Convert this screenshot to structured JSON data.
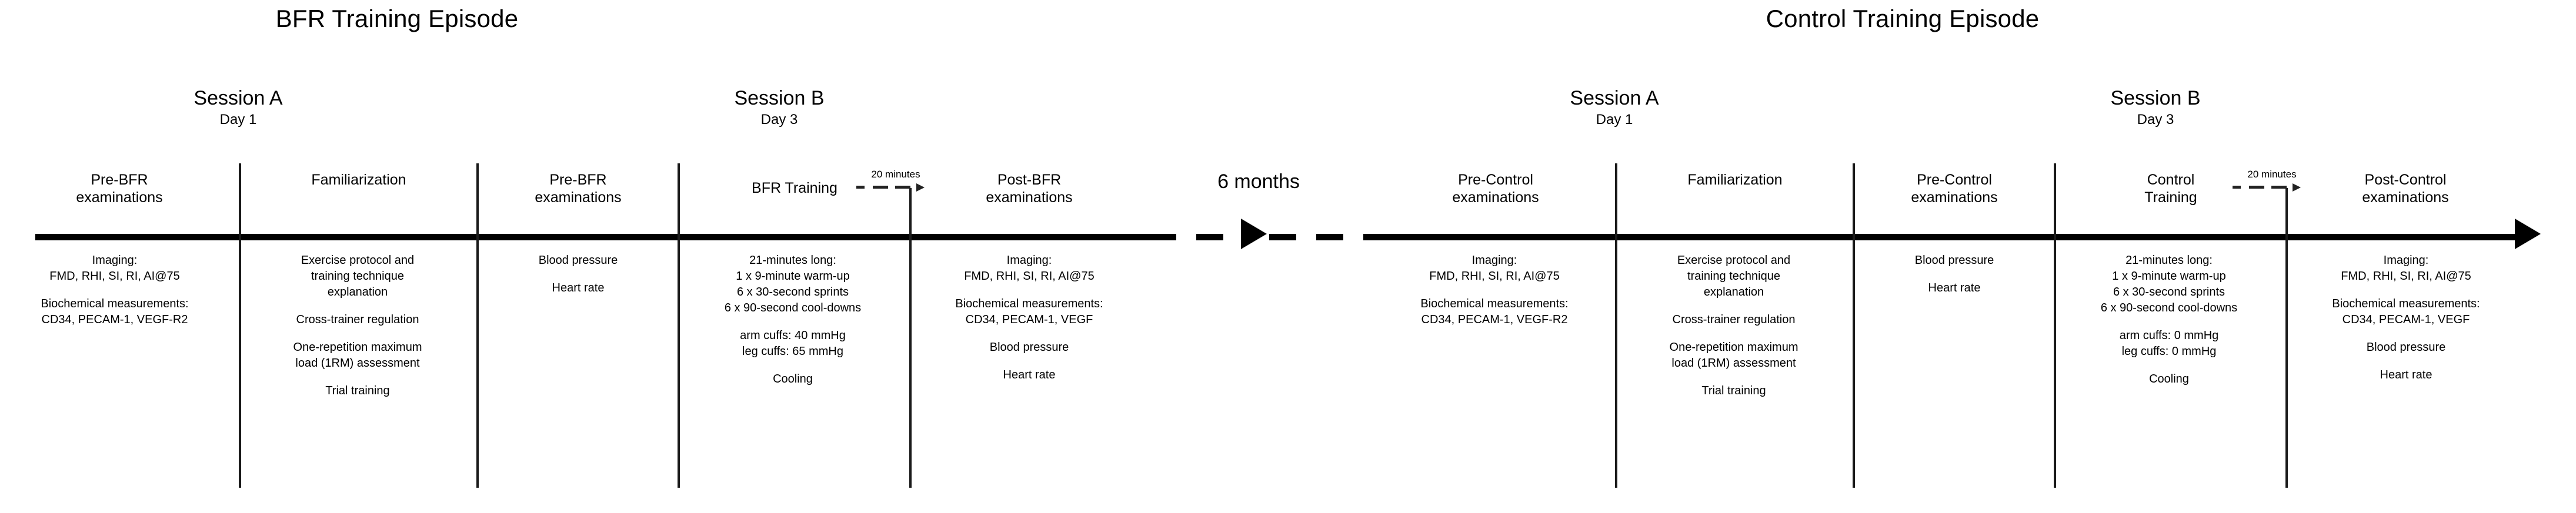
{
  "figure": {
    "background": "#ffffff",
    "line_color": "#000000"
  },
  "episodes": [
    {
      "id": "bfr",
      "title": "BFR Training Episode"
    },
    {
      "id": "control",
      "title": "Control Training Episode"
    }
  ],
  "gap": {
    "label": "6 months"
  },
  "sessions": [
    {
      "id": "bfr-a",
      "name": "Session A",
      "day": "Day 1"
    },
    {
      "id": "bfr-b",
      "name": "Session B",
      "day": "Day 3"
    },
    {
      "id": "control-a",
      "name": "Session A",
      "day": "Day 1"
    },
    {
      "id": "control-b",
      "name": "Session B",
      "day": "Day 3"
    }
  ],
  "connectors": [
    {
      "id": "bfr-20min",
      "label": "20 minutes"
    },
    {
      "id": "control-20min",
      "label": "20 minutes"
    }
  ],
  "columns": [
    {
      "id": "pre-bfr-exam",
      "title": "Pre-BFR\nexaminations",
      "title_lines": [
        "Pre-BFR",
        "examinations"
      ],
      "blocks": [
        [
          "Imaging:",
          "FMD, RHI, SI, RI, AI@75"
        ],
        [
          "Biochemical measurements:",
          "CD34, PECAM-1, VEGF-R2"
        ]
      ]
    },
    {
      "id": "bfr-familiarization",
      "title": "Familiarization",
      "title_lines": [
        "Familiarization"
      ],
      "blocks": [
        [
          "Exercise protocol and",
          "training technique",
          "explanation"
        ],
        [
          "Cross-trainer regulation"
        ],
        [
          "One-repetition maximum",
          "load (1RM) assessment"
        ],
        [
          "Trial training"
        ]
      ]
    },
    {
      "id": "pre-bfr-exam-day3",
      "title": "Pre-BFR\nexaminations",
      "title_lines": [
        "Pre-BFR",
        "examinations"
      ],
      "blocks": [
        [
          "Blood pressure"
        ],
        [
          "Heart rate"
        ]
      ]
    },
    {
      "id": "bfr-training",
      "title": "BFR Training",
      "title_lines": [
        "BFR Training"
      ],
      "blocks": [
        [
          "21-minutes long:",
          "1 x 9-minute warm-up",
          "6 x 30-second sprints",
          "6 x 90-second cool-downs"
        ],
        [
          "arm cuffs: 40 mmHg",
          "leg cuffs: 65 mmHg"
        ],
        [
          "Cooling"
        ]
      ]
    },
    {
      "id": "post-bfr-exam",
      "title": "Post-BFR\nexaminations",
      "title_lines": [
        "Post-BFR",
        "examinations"
      ],
      "blocks": [
        [
          "Imaging:",
          "FMD, RHI, SI, RI, AI@75"
        ],
        [
          "Biochemical measurements:",
          "CD34, PECAM-1, VEGF"
        ],
        [
          "Blood pressure"
        ],
        [
          "Heart rate"
        ]
      ]
    },
    {
      "id": "pre-control-exam",
      "title": "Pre-Control\nexaminations",
      "title_lines": [
        "Pre-Control",
        "examinations"
      ],
      "blocks": [
        [
          "Imaging:",
          "FMD, RHI, SI, RI, AI@75"
        ],
        [
          "Biochemical measurements:",
          "CD34, PECAM-1, VEGF-R2"
        ]
      ]
    },
    {
      "id": "control-familiarization",
      "title": "Familiarization",
      "title_lines": [
        "Familiarization"
      ],
      "blocks": [
        [
          "Exercise protocol and",
          "training technique",
          "explanation"
        ],
        [
          "Cross-trainer regulation"
        ],
        [
          "One-repetition maximum",
          "load (1RM) assessment"
        ],
        [
          "Trial training"
        ]
      ]
    },
    {
      "id": "pre-control-exam-day3",
      "title": "Pre-Control\nexaminations",
      "title_lines": [
        "Pre-Control",
        "examinations"
      ],
      "blocks": [
        [
          "Blood pressure"
        ],
        [
          "Heart rate"
        ]
      ]
    },
    {
      "id": "control-training",
      "title": "Control\nTraining",
      "title_lines": [
        "Control",
        "Training"
      ],
      "blocks": [
        [
          "21-minutes long:",
          "1 x 9-minute warm-up",
          "6 x 30-second sprints",
          "6 x 90-second cool-downs"
        ],
        [
          "arm cuffs: 0 mmHg",
          "leg cuffs: 0 mmHg"
        ],
        [
          "Cooling"
        ]
      ]
    },
    {
      "id": "post-control-exam",
      "title": "Post-Control\nexaminations",
      "title_lines": [
        "Post-Control",
        "examinations"
      ],
      "blocks": [
        [
          "Imaging:",
          "FMD, RHI, SI, RI, AI@75"
        ],
        [
          "Biochemical measurements:",
          "CD34, PECAM-1, VEGF"
        ],
        [
          "Blood pressure"
        ],
        [
          "Heart rate"
        ]
      ]
    }
  ]
}
